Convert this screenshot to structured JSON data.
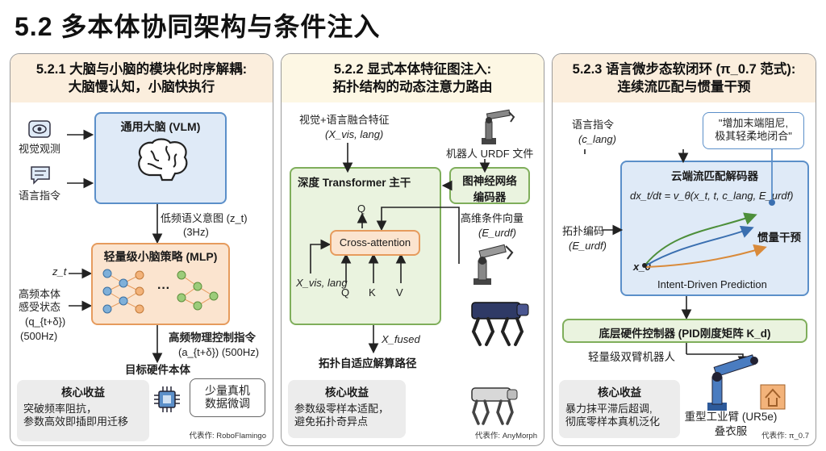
{
  "title": "5.2 多本体协同架构与条件注入",
  "panel1": {
    "heading_line1": "5.2.1 大脑与小脑的模块化时序解耦:",
    "heading_line2": "大脑慢认知，小脑快执行",
    "vlm_title": "通用大脑 (VLM)",
    "input_visual": "视觉观测",
    "input_language": "语言指令",
    "intent_label": "低频语义意图 (z_t)",
    "intent_freq": "(3Hz)",
    "mlp_title": "轻量级小脑策略 (MLP)",
    "ellipsis": "···",
    "zt_label": "z_t",
    "proprio_line1": "高频本体",
    "proprio_line2": "感受状态",
    "proprio_var": "(q_{t+δ})",
    "proprio_freq": "(500Hz)",
    "control_title": "高频物理控制指令",
    "control_var": "(a_{t+δ}) (500Hz)",
    "target_label": "目标硬件本体",
    "bubble_line1": "少量真机",
    "bubble_line2": "数据微调",
    "gain_title": "核心收益",
    "gain_line1": "突破频率阻抗，",
    "gain_line2": "参数高效即插即用迁移",
    "footer": "代表作: RoboFlamingo"
  },
  "panel2": {
    "heading_line1": "5.2.2 显式本体特征图注入:",
    "heading_line2": "拓扑结构的动态注意力路由",
    "fusion_line1": "视觉+语言融合特征",
    "fusion_var": "(X_vis, lang)",
    "urdf_label": "机器人 URDF 文件",
    "backbone_title": "深度 Transformer 主干",
    "gnn_line1": "图神经网络",
    "gnn_line2": "编码器",
    "cond_line1": "高维条件向量",
    "cond_var": "(E_urdf)",
    "q_top": "Q",
    "cross_attn": "Cross-attention",
    "x_vis": "X_vis, lang",
    "q_label": "Q",
    "k_label": "K",
    "v_label": "V",
    "x_fused": "X_fused",
    "path_label": "拓扑自适应解算路径",
    "gain_title": "核心收益",
    "gain_line1": "参数级零样本适配，",
    "gain_line2": "避免拓扑奇异点",
    "footer": "代表作: AnyMorph"
  },
  "panel3": {
    "heading_line1": "5.2.3 语言微步态软闭环 (π_0.7 范式):",
    "heading_line2": "连续流匹配与惯量干预",
    "lang_label": "语言指令",
    "lang_var": "(c_lang)",
    "bubble_line1": "\"增加末端阻尼,",
    "bubble_line2": "极其轻柔地闭合\"",
    "decoder_title": "云端流匹配解码器",
    "equation": "dx_t/dt = v_θ(x_t, t, c_lang, E_urdf)",
    "topo_line1": "拓扑编码",
    "topo_var": "(E_urdf)",
    "inertia_label": "惯量干预",
    "x0_label": "x_0",
    "prediction_label": "Intent-Driven Prediction",
    "controller_label": "底层硬件控制器 (PID刚度矩阵 K_d)",
    "dual_arm_label": "轻量级双臂机器人",
    "gain_title": "核心收益",
    "gain_line1": "暴力抹平滞后超调,",
    "gain_line2": "彻底零样本真机泛化",
    "heavy_arm_line1": "重型工业臂 (UR5e)",
    "heavy_arm_line2": "叠衣服",
    "footer": "代表作: π_0.7"
  },
  "colors": {
    "blue_fill": "#dfeaf7",
    "blue_border": "#5b8fc9",
    "orange_fill": "#fbe4cf",
    "orange_border": "#e69b5d",
    "green_fill": "#eaf3df",
    "green_border": "#7fae5b"
  },
  "icons": [
    "eye-icon",
    "chat-icon",
    "brain-icon",
    "neural-network-icon",
    "chip-icon",
    "robot-arm-icon",
    "quadruped-robot-icon",
    "industrial-arm-icon"
  ]
}
